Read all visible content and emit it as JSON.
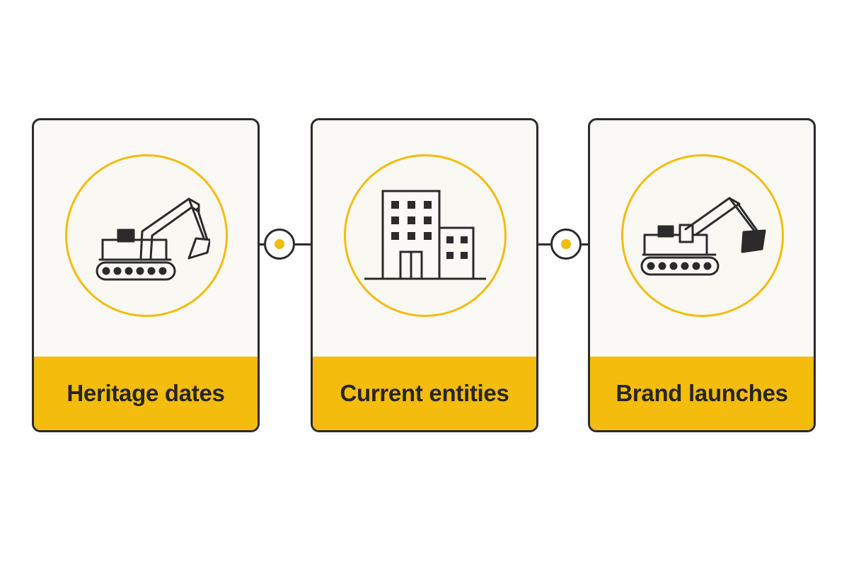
{
  "stages": [
    {
      "label": "Heritage dates",
      "icon": "excavator-icon"
    },
    {
      "label": "Current entities",
      "icon": "building-icon"
    },
    {
      "label": "Brand launches",
      "icon": "excavator-icon"
    }
  ],
  "colors": {
    "accent": "#f4bc0c",
    "outline": "#2b2b2b",
    "card_background": "#faf9f6"
  }
}
